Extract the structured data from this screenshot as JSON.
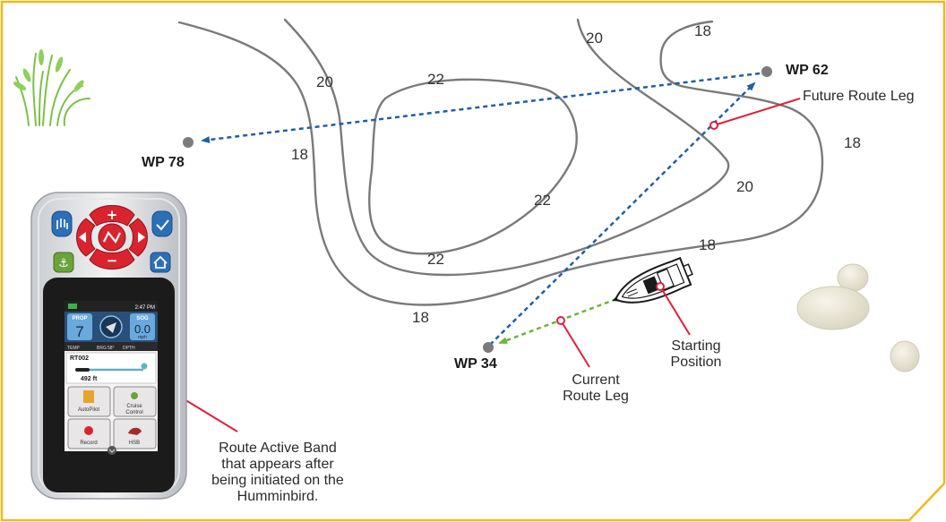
{
  "colors": {
    "frame": "#f2b81c",
    "contour": "#7a7a7a",
    "route_future": "#1f5fa8",
    "route_current": "#6db33f",
    "callout": "#e0203a",
    "remote_red": "#d9242f",
    "remote_blue": "#2d6fb7",
    "remote_green": "#6aa33a"
  },
  "waypoints": {
    "wp62": "WP 62",
    "wp78": "WP 78",
    "wp34": "WP 34"
  },
  "depths": {
    "d1": "20",
    "d2": "18",
    "d3": "20",
    "d4": "22",
    "d5": "18",
    "d6": "22",
    "d7": "20",
    "d8": "18",
    "d9": "18",
    "d10": "22",
    "d11": "18"
  },
  "callouts": {
    "future_route_leg": "Future Route Leg",
    "starting_position_1": "Starting",
    "starting_position_2": "Position",
    "current_route_leg_1": "Current",
    "current_route_leg_2": "Route Leg",
    "route_active_1": "Route Active Band",
    "route_active_2": "that appears after",
    "route_active_3": "being initiated on the",
    "route_active_4": "Humminbird."
  },
  "remote": {
    "time": "2:47 PM",
    "prop_label": "PROP",
    "prop_value": "7",
    "sog_label": "SOG",
    "sog_value": "0.0",
    "sog_unit": "mph",
    "temp_label": "TEMP",
    "brg_label": "BRG",
    "brg_value": "58°",
    "dpth_label": "DPTH",
    "route_name": "RT002",
    "distance": "492 ft",
    "tile_autopilot": "AutoPilot",
    "tile_cruise_1": "Cruise",
    "tile_cruise_2": "Control",
    "tile_record": "Record",
    "tile_hsb": "HSB",
    "icons": {
      "up": "plus-icon",
      "down": "minus-icon",
      "left": "arrow-left-icon",
      "right": "arrow-right-icon",
      "center": "route-icon",
      "hand": "hand-icon",
      "check": "check-icon",
      "anchor": "anchor-icon",
      "home": "home-icon"
    }
  }
}
